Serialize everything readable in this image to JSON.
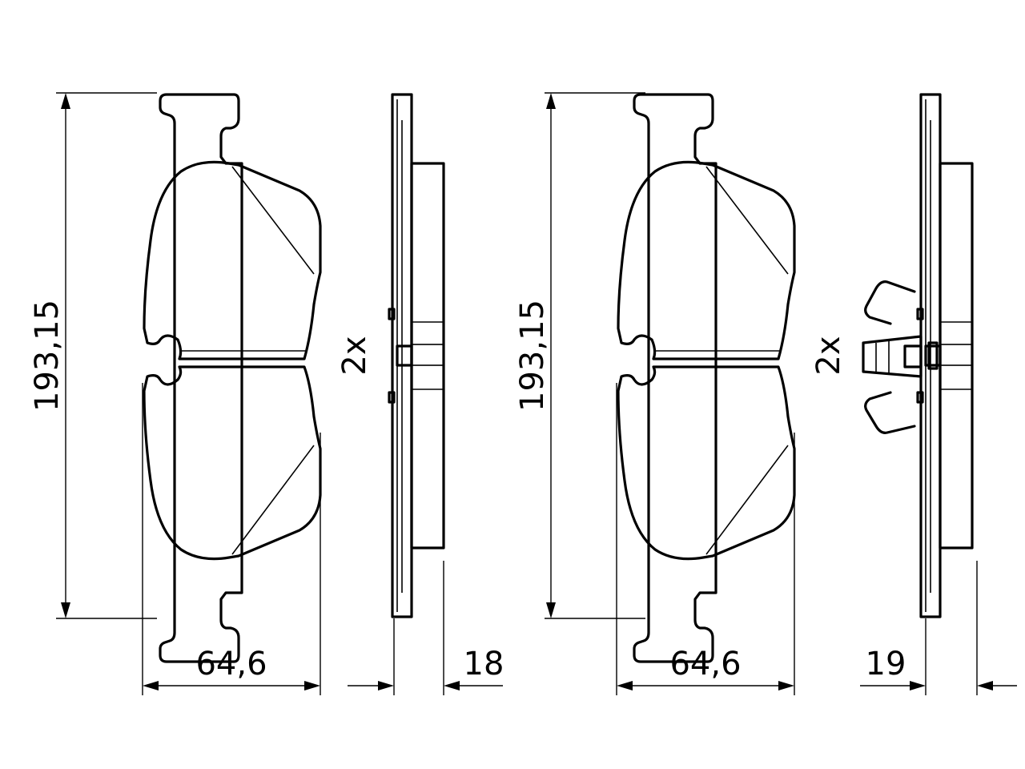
{
  "drawing": {
    "left_pad": {
      "height_label": "193,15",
      "width_label": "64,6",
      "thickness_label": "18",
      "quantity_label": "2x"
    },
    "right_pad": {
      "height_label": "193,15",
      "width_label": "64,6",
      "thickness_label": "19",
      "quantity_label": "2x"
    },
    "line_color": "#000000",
    "background": "#ffffff"
  }
}
